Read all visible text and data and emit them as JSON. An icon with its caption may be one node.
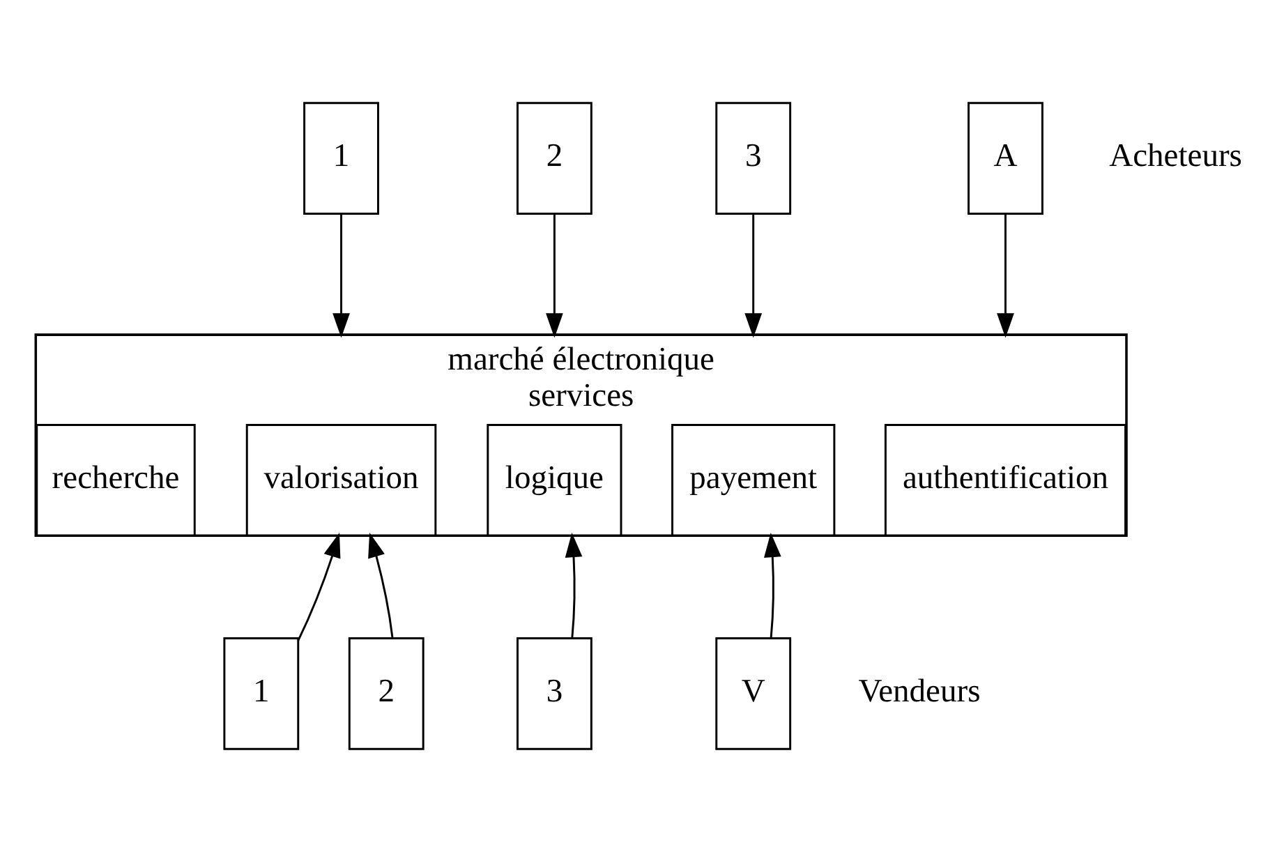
{
  "diagram": {
    "nodes": [
      {
        "text": [
          "1"
        ]
      },
      {
        "text": [
          "2"
        ]
      },
      {
        "text": [
          "3"
        ]
      },
      {
        "text": [
          "A"
        ],
        "beside": [
          "Acheteurs"
        ]
      },
      {
        "text": [
          "marché électronique",
          "services"
        ]
      },
      {
        "text": [
          "recherche"
        ],
        "in": 4
      },
      {
        "text": [
          "valorisation"
        ],
        "in": 4
      },
      {
        "text": [
          "logique"
        ],
        "in": 4
      },
      {
        "text": [
          "payement"
        ],
        "in": 4
      },
      {
        "text": [
          "authentification"
        ],
        "in": 4
      },
      {
        "text": [
          "1"
        ]
      },
      {
        "text": [
          "2"
        ]
      },
      {
        "text": [
          "3"
        ]
      },
      {
        "text": [
          "V"
        ],
        "beside": [
          "Vendeurs"
        ]
      }
    ],
    "edges": [
      {
        "from": 0,
        "to": 4,
        "arrow": "to"
      },
      {
        "from": 1,
        "to": 4,
        "arrow": "to"
      },
      {
        "from": 2,
        "to": 4,
        "arrow": "to"
      },
      {
        "from": 3,
        "to": 4,
        "arrow": "to"
      },
      {
        "from": 10,
        "to": 6,
        "arrow": "to"
      },
      {
        "from": 11,
        "to": 6,
        "arrow": "to"
      },
      {
        "from": 12,
        "to": 7,
        "arrow": "to"
      },
      {
        "from": 13,
        "to": 8,
        "arrow": "to"
      }
    ]
  }
}
